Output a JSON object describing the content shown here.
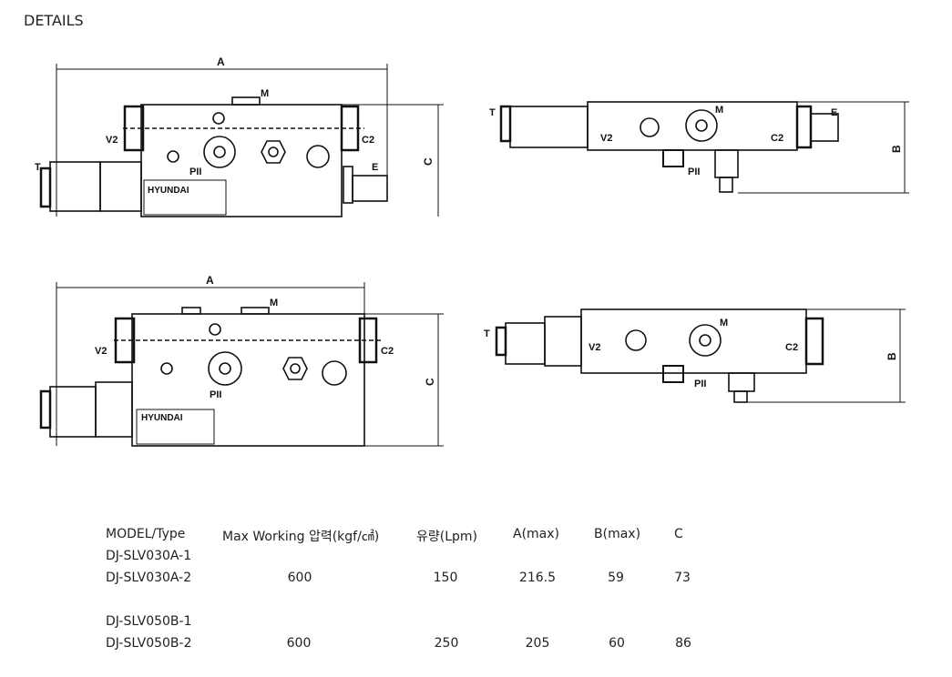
{
  "page_title": "DETAILS",
  "drawing_labels": {
    "a": "A",
    "b": "B",
    "c": "C",
    "m": "M",
    "v2": "V2",
    "c2": "C2",
    "t": "T",
    "e": "E",
    "p": "PII",
    "brand": "HYUNDAI"
  },
  "table": {
    "headers": [
      "MODEL/Type",
      "Max Working 압력(kgf/㎠)",
      "유량(Lpm)",
      "A(max)",
      "B(max)",
      "C"
    ],
    "rows": [
      {
        "model": "DJ-SLV030A-1"
      },
      {
        "model": "DJ-SLV030A-2",
        "pressure": "600",
        "flow": "150",
        "a": "216.5",
        "b": "59",
        "c": "73"
      },
      {
        "model": "DJ-SLV050B-1"
      },
      {
        "model": "DJ-SLV050B-2",
        "pressure": "600",
        "flow": "250",
        "a": "205",
        "b": "60",
        "c": "86"
      }
    ]
  }
}
